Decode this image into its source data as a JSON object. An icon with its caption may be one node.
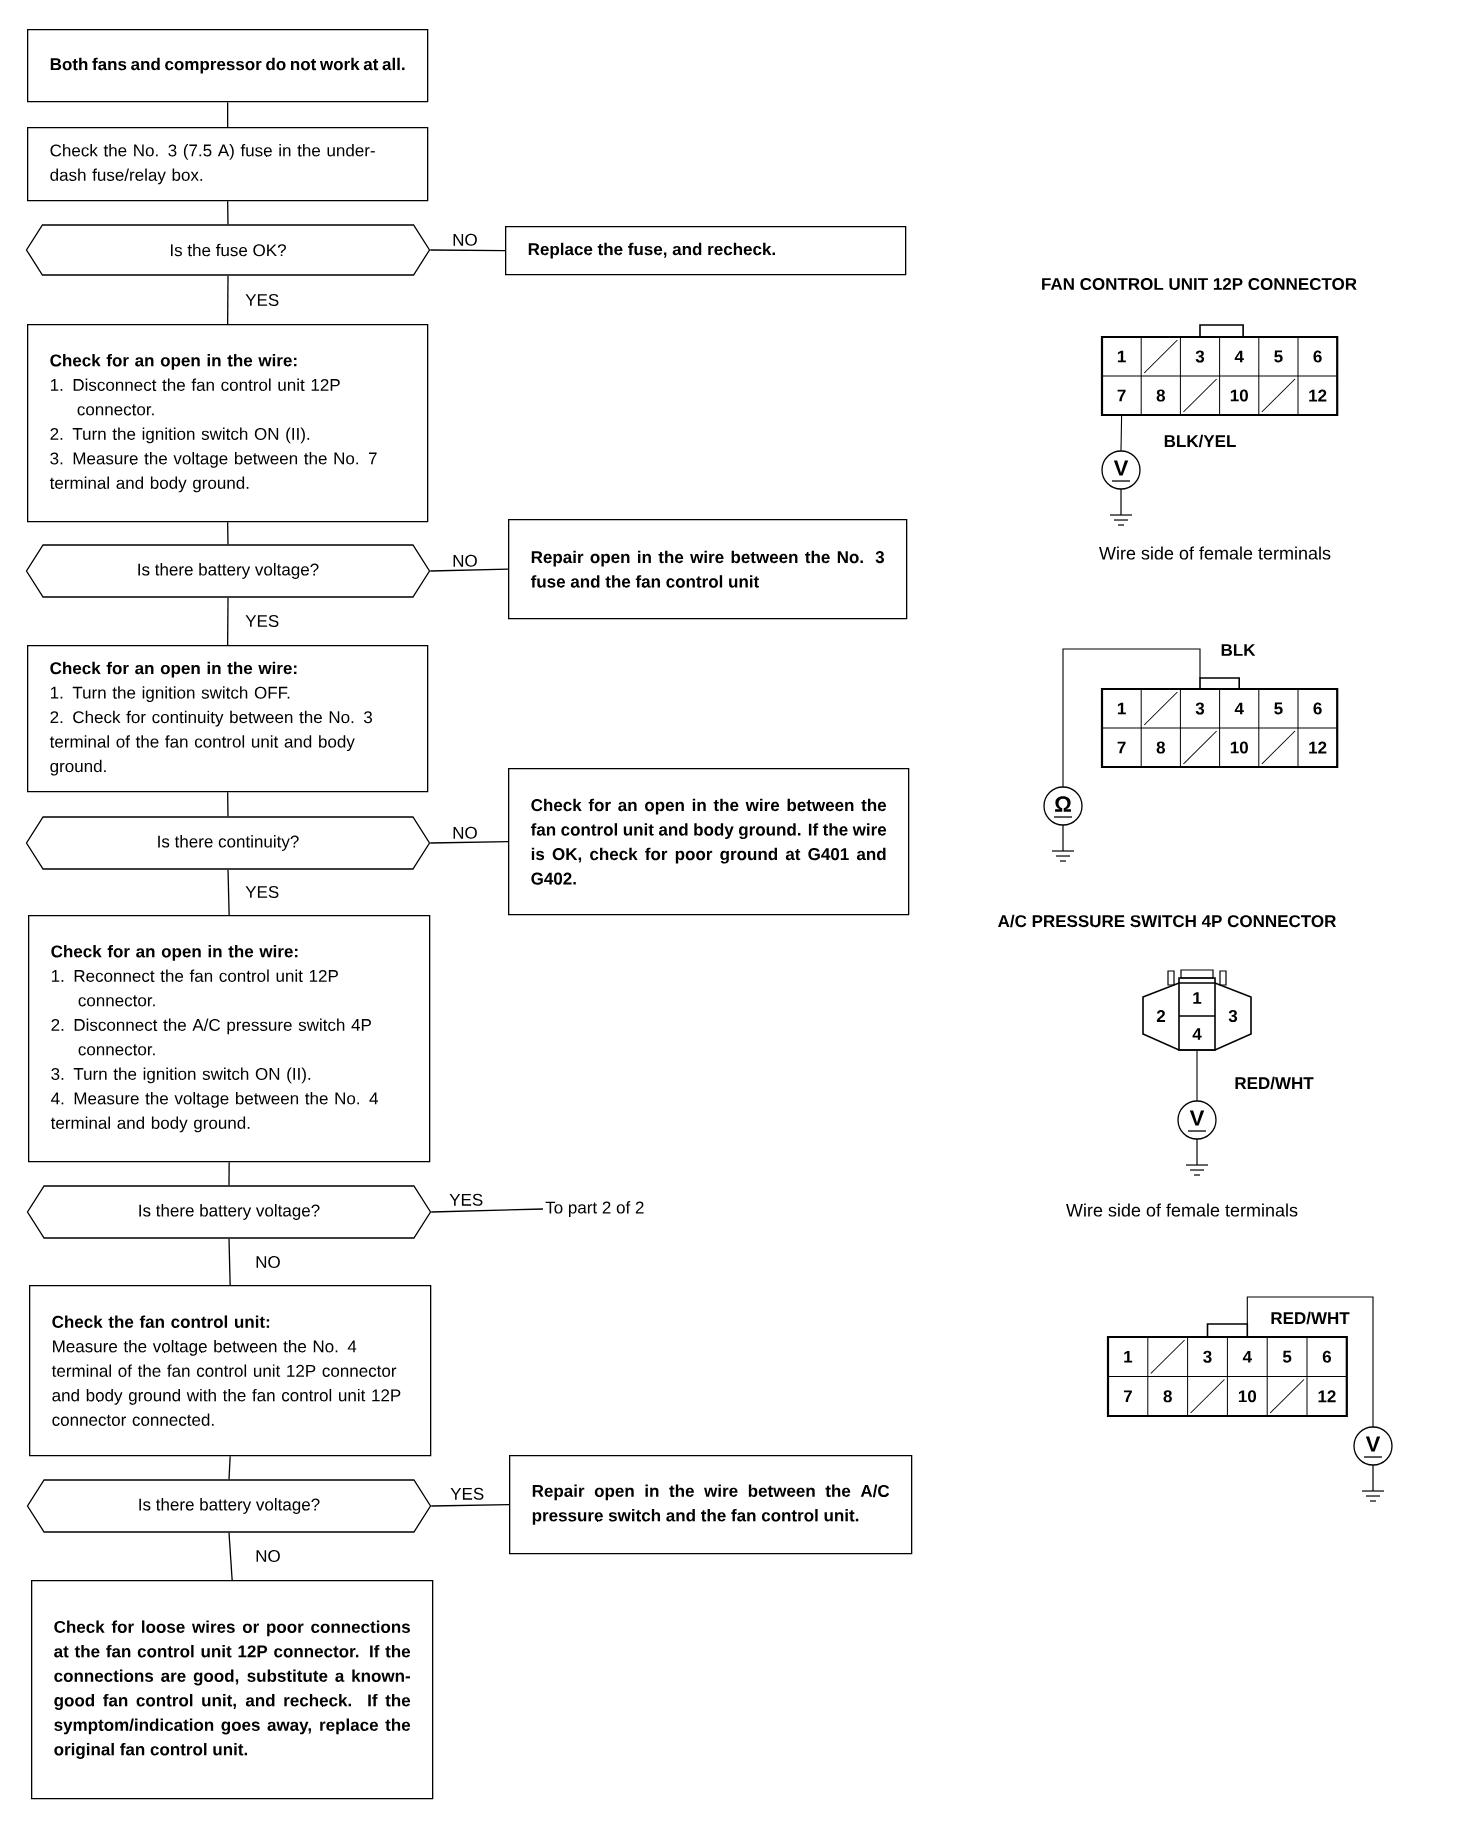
{
  "diagram": {
    "nodes": [
      {
        "text": [
          "Both fans and compressor do not work at all."
        ]
      },
      {
        "text": [
          "Check the No. 3 (7.5 A) fuse in the under-dash fuse/relay box."
        ]
      },
      {
        "text": [
          "Is the fuse OK?"
        ]
      },
      {
        "text": [
          "Replace the fuse, and recheck."
        ]
      },
      {
        "text": [
          "Check for an open in the wire:",
          "1. Disconnect the fan control unit 12P connector.",
          "2. Turn the ignition switch ON (II).",
          "3. Measure the voltage between the No. 7 terminal and body ground."
        ]
      },
      {
        "text": [
          "Is there battery voltage?"
        ]
      },
      {
        "text": [
          "Repair open in the wire between the No. 3 fuse and the fan control unit"
        ]
      },
      {
        "text": [
          "Check for an open in the wire:",
          "1. Turn the ignition switch OFF.",
          "2. Check for continuity between the No. 3 terminal of the fan control unit and body ground."
        ]
      },
      {
        "text": [
          "Is there continuity?"
        ]
      },
      {
        "text": [
          "Check for an open in the wire between the fan control unit and body ground. If the wire is OK, check for poor ground at G401 and G402."
        ]
      },
      {
        "text": [
          "Check for an open in the wire:",
          "1. Reconnect the fan control unit 12P connector.",
          "2. Disconnect the A/C pressure switch 4P connector.",
          "3. Turn the ignition switch ON (II).",
          "4. Measure the voltage between the No. 4 terminal and body ground."
        ]
      },
      {
        "text": [
          "Is there battery voltage?"
        ]
      },
      {
        "text": [
          "To part 2 of 2"
        ]
      },
      {
        "text": [
          "Check the fan control unit:",
          "Measure the voltage between the No. 4 terminal of the fan control unit 12P connector and body ground with the fan control unit 12P connector connected."
        ]
      },
      {
        "text": [
          "Is there battery voltage?"
        ]
      },
      {
        "text": [
          "Repair open in the wire between the A/C pressure switch and the fan control unit."
        ]
      },
      {
        "text": [
          "Check for loose wires or poor connections at the fan control unit 12P connector. If the connections are good, substitute a known-good fan control unit, and recheck. If the symptom/indication goes away, replace the original fan control unit."
        ]
      }
    ],
    "edges": [
      {
        "from": 0,
        "to": 1,
        "arrow": "none"
      },
      {
        "from": 1,
        "to": 2,
        "arrow": "none"
      },
      {
        "from": 2,
        "to": 3,
        "arrow": "none",
        "label": "NO"
      },
      {
        "from": 2,
        "to": 4,
        "arrow": "none",
        "label": "YES"
      },
      {
        "from": 4,
        "to": 5,
        "arrow": "none"
      },
      {
        "from": 5,
        "to": 6,
        "arrow": "none",
        "label": "NO"
      },
      {
        "from": 5,
        "to": 7,
        "arrow": "none",
        "label": "YES"
      },
      {
        "from": 7,
        "to": 8,
        "arrow": "none"
      },
      {
        "from": 8,
        "to": 9,
        "arrow": "none",
        "label": "NO"
      },
      {
        "from": 8,
        "to": 10,
        "arrow": "none",
        "label": "YES"
      },
      {
        "from": 10,
        "to": 11,
        "arrow": "none"
      },
      {
        "from": 11,
        "to": 12,
        "arrow": "none",
        "label": "YES"
      },
      {
        "from": 11,
        "to": 13,
        "arrow": "none",
        "label": "NO"
      },
      {
        "from": 13,
        "to": 14,
        "arrow": "none"
      },
      {
        "from": 14,
        "to": 15,
        "arrow": "none",
        "label": "YES"
      },
      {
        "from": 14,
        "to": 16,
        "arrow": "none",
        "label": "NO"
      }
    ],
    "labels": [
      "FAN CONTROL UNIT 12P CONNECTOR",
      "1",
      "3",
      "4",
      "5",
      "6",
      "7",
      "8",
      "10",
      "12",
      "BLK/YEL",
      "V",
      "Wire side of female terminals",
      "BLK",
      "1",
      "3",
      "4",
      "5",
      "6",
      "7",
      "8",
      "10",
      "12",
      "Ω",
      "A/C PRESSURE SWITCH 4P CONNECTOR",
      "1",
      "2",
      "3",
      "4",
      "RED/WHT",
      "V",
      "Wire side of female terminals",
      "RED/WHT",
      "1",
      "3",
      "4",
      "5",
      "6",
      "7",
      "8",
      "10",
      "12",
      "V"
    ]
  }
}
